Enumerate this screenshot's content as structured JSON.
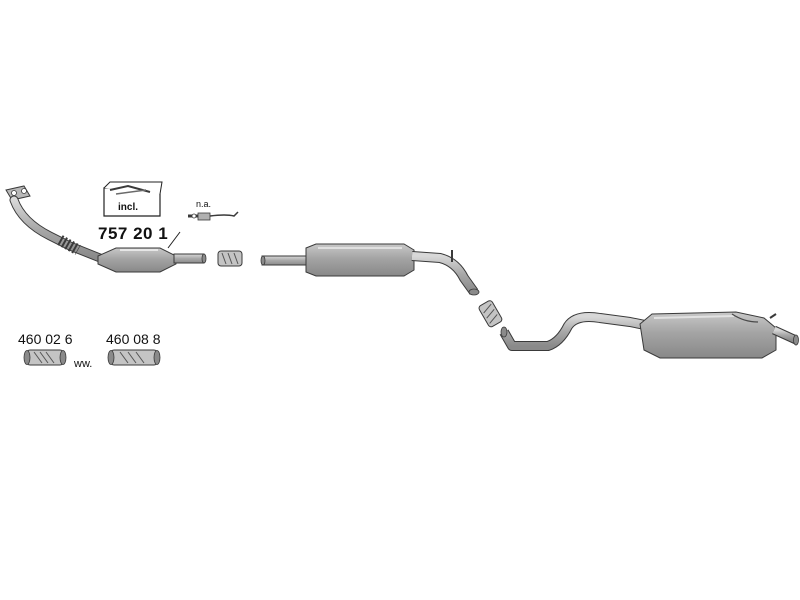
{
  "labels": {
    "incl": "incl.",
    "main_part": "757 20 1",
    "na": "n.a.",
    "clamp_left": "460 02 6",
    "ww": "ww.",
    "clamp_right": "460 08 8"
  },
  "colors": {
    "part_fill": "#a8a8a8",
    "part_light": "#d4d4d4",
    "part_dark": "#7a7a7a",
    "outline": "#3a3a3a"
  }
}
